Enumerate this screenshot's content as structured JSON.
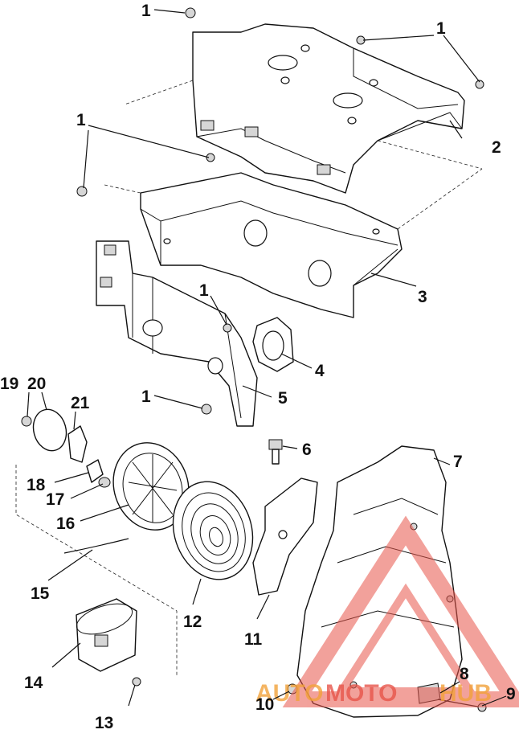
{
  "callouts": [
    {
      "id": "c1a",
      "text": "1"
    },
    {
      "id": "c1b",
      "text": "1"
    },
    {
      "id": "c1c",
      "text": "1"
    },
    {
      "id": "c1d",
      "text": "1"
    },
    {
      "id": "c1e",
      "text": "1"
    },
    {
      "id": "c2",
      "text": "2"
    },
    {
      "id": "c3",
      "text": "3"
    },
    {
      "id": "c4",
      "text": "4"
    },
    {
      "id": "c5",
      "text": "5"
    },
    {
      "id": "c6",
      "text": "6"
    },
    {
      "id": "c7",
      "text": "7"
    },
    {
      "id": "c8",
      "text": "8"
    },
    {
      "id": "c9",
      "text": "9"
    },
    {
      "id": "c10",
      "text": "10"
    },
    {
      "id": "c11",
      "text": "11"
    },
    {
      "id": "c12",
      "text": "12"
    },
    {
      "id": "c13",
      "text": "13"
    },
    {
      "id": "c14",
      "text": "14"
    },
    {
      "id": "c15",
      "text": "15"
    },
    {
      "id": "c16",
      "text": "16"
    },
    {
      "id": "c17",
      "text": "17"
    },
    {
      "id": "c18",
      "text": "18"
    },
    {
      "id": "c19",
      "text": "19"
    },
    {
      "id": "c20",
      "text": "20"
    },
    {
      "id": "c21",
      "text": "21"
    }
  ],
  "watermark": {
    "prefix": "AUTO",
    "middle": "MOTO",
    "suffix": "HUB",
    "primary_color": "#e8554a",
    "secondary_color": "#f2a23a"
  }
}
